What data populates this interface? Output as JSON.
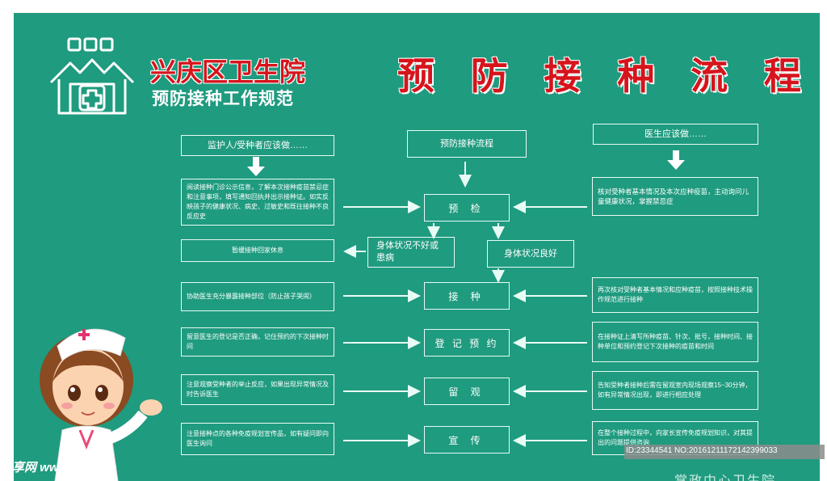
{
  "header": {
    "org_name": "兴庆区卫生院",
    "org_subtitle": "预防接种工作规范",
    "title": "预 防 接 种 流 程"
  },
  "columns": {
    "left_header": "监护人/受种者应该做……",
    "center_header": "预防接种流程",
    "right_header": "医生应该做……"
  },
  "steps": {
    "precheck": "预  检",
    "vaccinate": "接  种",
    "register": "登 记 预 约",
    "observe": "留  观",
    "promote": "宣  传"
  },
  "branches": {
    "unwell": "身体状况不好或患病",
    "well": "身体状况良好",
    "go_home": "暂缓接种回家休息"
  },
  "left_items": {
    "precheck": "阅读接种门诊公示信息，了解本次接种疫苗禁忌症和注意事项，填写通知回执并出示接种证。如实反映孩子的健康状况、病史、过敏史和既往接种不良反应史",
    "vaccinate": "协助医生充分暴露接种部位（防止孩子哭闹）",
    "register": "留意医生的登记是否正确，记住预约的下次接种时间",
    "observe": "注意观察受种者的举止反应，如果出现异常情况及时告诉医生",
    "promote": "注意接种点的各种免疫规划宣传品，如有疑问即向医生询问"
  },
  "right_items": {
    "precheck": "核对受种者基本情况及本次应种疫苗，主动询问儿童健康状况，掌握禁忌症",
    "vaccinate": "再次核对受种者基本情况和应种疫苗，按照接种技术操作规范进行接种",
    "register": "在接种证上清写所种疫苗、针次、批号，接种时间、接种单位和预约登记下次接种的疫苗和时间",
    "observe": "告知受种者接种后需在留观室内现场观察15~30分钟，如有异常情况出现，即进行相应处理",
    "promote": "在整个接种过程中，向家长宣传免疫规划知识，对其提出的问题提供咨询"
  },
  "footer": {
    "unit": "掌政中心卫生院",
    "watermark_left": "昵享网 www.nipic.cn",
    "watermark_id": "ID:23344541 NO:20161211172142399033"
  },
  "colors": {
    "background": "#1f9b7f",
    "title_red": "#d6141c",
    "line": "#e8fbf5"
  }
}
